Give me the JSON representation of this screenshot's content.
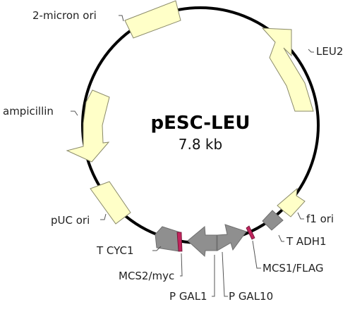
{
  "plasmid": {
    "name": "pESC-LEU",
    "size": "7.8 kb"
  },
  "features": {
    "two_micron_ori": "2-micron ori",
    "leu2": "LEU2",
    "ampicillin": "ampicillin",
    "puc_ori": "pUC ori",
    "f1_ori": "f1 ori",
    "t_adh1": "T ADH1",
    "t_cyc1": "T CYC1",
    "mcs2_myc": "MCS2/myc",
    "mcs1_flag": "MCS1/FLAG",
    "p_gal1": "P GAL1",
    "p_gal10": "P GAL10"
  },
  "colors": {
    "backbone": "#000000",
    "gene_fill": "#ffffc8",
    "element_fill": "#8f8f8f",
    "tag_marker": "#c0245c"
  }
}
